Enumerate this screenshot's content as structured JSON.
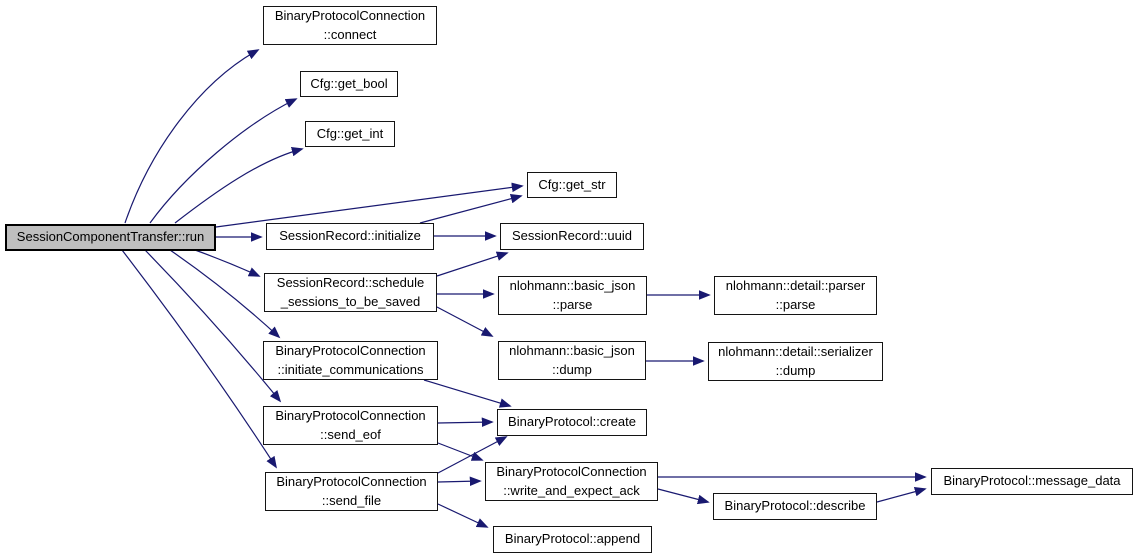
{
  "diagram": {
    "type": "call-graph",
    "edge_color": "#191970",
    "node_border_color": "#141414",
    "node_fill": "#ffffff",
    "highlight_fill": "#bfbfbf",
    "nodes": [
      {
        "id": "run",
        "label": "SessionComponentTransfer::run",
        "highlighted": true
      },
      {
        "id": "connect",
        "label": "BinaryProtocolConnection\n::connect",
        "highlighted": false
      },
      {
        "id": "get_bool",
        "label": "Cfg::get_bool",
        "highlighted": false
      },
      {
        "id": "get_int",
        "label": "Cfg::get_int",
        "highlighted": false
      },
      {
        "id": "get_str",
        "label": "Cfg::get_str",
        "highlighted": false
      },
      {
        "id": "initialize",
        "label": "SessionRecord::initialize",
        "highlighted": false
      },
      {
        "id": "uuid",
        "label": "SessionRecord::uuid",
        "highlighted": false
      },
      {
        "id": "schedule",
        "label": "SessionRecord::schedule\n_sessions_to_be_saved",
        "highlighted": false
      },
      {
        "id": "parse",
        "label": "nlohmann::basic_json\n::parse",
        "highlighted": false
      },
      {
        "id": "parser_parse",
        "label": "nlohmann::detail::parser\n::parse",
        "highlighted": false
      },
      {
        "id": "initiate",
        "label": "BinaryProtocolConnection\n::initiate_communications",
        "highlighted": false
      },
      {
        "id": "dump",
        "label": "nlohmann::basic_json\n::dump",
        "highlighted": false
      },
      {
        "id": "serializer_dump",
        "label": "nlohmann::detail::serializer\n::dump",
        "highlighted": false
      },
      {
        "id": "send_eof",
        "label": "BinaryProtocolConnection\n::send_eof",
        "highlighted": false
      },
      {
        "id": "create",
        "label": "BinaryProtocol::create",
        "highlighted": false
      },
      {
        "id": "send_file",
        "label": "BinaryProtocolConnection\n::send_file",
        "highlighted": false
      },
      {
        "id": "write_ack",
        "label": "BinaryProtocolConnection\n::write_and_expect_ack",
        "highlighted": false
      },
      {
        "id": "append",
        "label": "BinaryProtocol::append",
        "highlighted": false
      },
      {
        "id": "describe",
        "label": "BinaryProtocol::describe",
        "highlighted": false
      },
      {
        "id": "message_data",
        "label": "BinaryProtocol::message_data",
        "highlighted": false
      }
    ],
    "edges": [
      {
        "from": "run",
        "to": "connect"
      },
      {
        "from": "run",
        "to": "get_bool"
      },
      {
        "from": "run",
        "to": "get_int"
      },
      {
        "from": "run",
        "to": "get_str"
      },
      {
        "from": "run",
        "to": "initialize"
      },
      {
        "from": "run",
        "to": "schedule"
      },
      {
        "from": "run",
        "to": "initiate"
      },
      {
        "from": "run",
        "to": "send_eof"
      },
      {
        "from": "run",
        "to": "send_file"
      },
      {
        "from": "initialize",
        "to": "get_str"
      },
      {
        "from": "initialize",
        "to": "uuid"
      },
      {
        "from": "schedule",
        "to": "uuid"
      },
      {
        "from": "schedule",
        "to": "parse"
      },
      {
        "from": "schedule",
        "to": "dump"
      },
      {
        "from": "parse",
        "to": "parser_parse"
      },
      {
        "from": "dump",
        "to": "serializer_dump"
      },
      {
        "from": "initiate",
        "to": "create"
      },
      {
        "from": "send_eof",
        "to": "create"
      },
      {
        "from": "send_eof",
        "to": "write_ack"
      },
      {
        "from": "send_file",
        "to": "create"
      },
      {
        "from": "send_file",
        "to": "write_ack"
      },
      {
        "from": "send_file",
        "to": "append"
      },
      {
        "from": "write_ack",
        "to": "message_data"
      },
      {
        "from": "write_ack",
        "to": "describe"
      },
      {
        "from": "describe",
        "to": "message_data"
      }
    ]
  }
}
